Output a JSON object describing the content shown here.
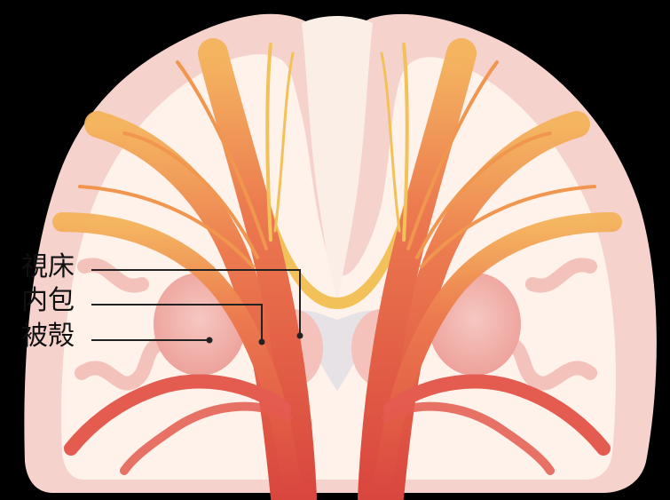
{
  "diagram": {
    "labels": [
      {
        "id": "thalamus",
        "text": "視床"
      },
      {
        "id": "internal-capsule",
        "text": "内包"
      },
      {
        "id": "putamen",
        "text": "被殻"
      }
    ],
    "colors": {
      "background": "#000000",
      "cortex": "#f6d2cc",
      "white_matter": "#fff2ea",
      "fibers_red": "#e45b4f",
      "fibers_orange": "#f0964e",
      "fibers_yellow": "#f2c15a",
      "nuclei": "#f1b7b0",
      "ventricle": "#e7e2e6",
      "leader_lines": "#222222"
    }
  }
}
